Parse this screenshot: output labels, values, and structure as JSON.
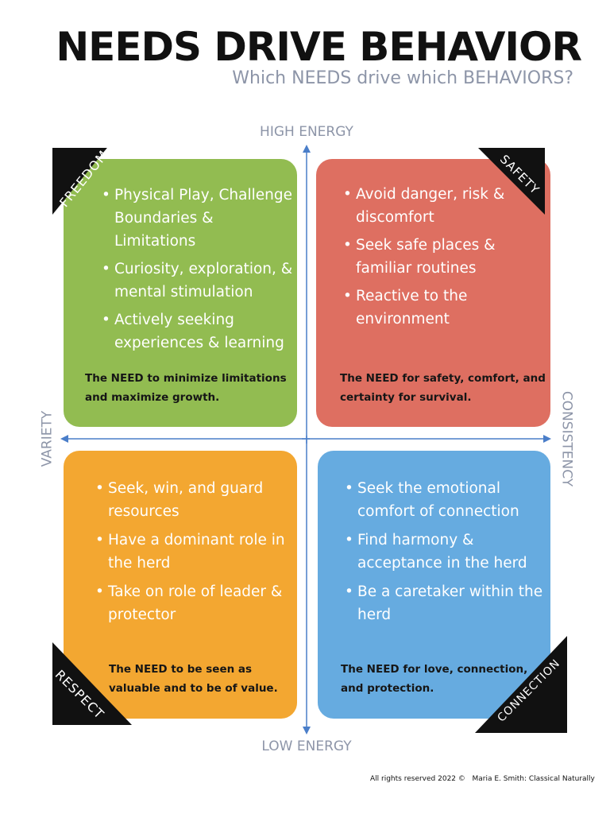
{
  "title": "NEEDS DRIVE BEHAVIOR",
  "subtitle": "Which NEEDS drive which BEHAVIORS?",
  "axes": {
    "top": "HIGH ENERGY",
    "bottom": "LOW ENERGY",
    "left": "VARIETY",
    "right": "CONSISTENCY",
    "color": "#4a7ec9"
  },
  "quadrants": [
    {
      "tag": "FREEDOM",
      "color": "#92bc51",
      "bullets": [
        "Physical Play, Challenge Boundaries & Limitations",
        "Curiosity, exploration, & mental stimulation",
        "Actively seeking experiences & learning"
      ],
      "need": "The NEED to minimize limitations and maximize growth."
    },
    {
      "tag": "SAFETY",
      "color": "#de6f61",
      "bullets": [
        "Avoid danger, risk & discomfort",
        "Seek safe places & familiar routines",
        "Reactive to the environment"
      ],
      "need": "The NEED for safety, comfort, and certainty for survival."
    },
    {
      "tag": "RESPECT",
      "color": "#f3a731",
      "bullets": [
        "Seek, win, and guard resources",
        "Have a dominant role in the herd",
        "Take on role of leader & protector"
      ],
      "need": "The NEED to be seen as valuable and to be of value."
    },
    {
      "tag": "CONNECTION",
      "color": "#66abe0",
      "bullets": [
        "Seek the emotional comfort of connection",
        "Find harmony & acceptance in the herd",
        "Be a caretaker within the herd"
      ],
      "need": "The NEED for love, connection, and protection."
    }
  ],
  "footer": "All rights reserved 2022 ©   Maria E. Smith: Classical Naturally"
}
